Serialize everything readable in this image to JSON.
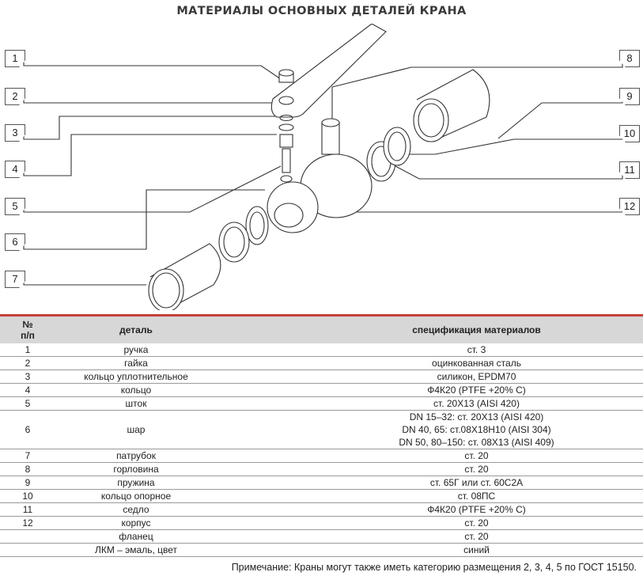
{
  "title": "МАТЕРИАЛЫ ОСНОВНЫХ ДЕТАЛЕЙ КРАНА",
  "callouts_left": [
    "1",
    "2",
    "3",
    "4",
    "5",
    "6",
    "7"
  ],
  "callouts_right": [
    "8",
    "9",
    "10",
    "11",
    "12"
  ],
  "table": {
    "headers": {
      "num": "№\nп/п",
      "part": "деталь",
      "spec": "спецификация материалов"
    },
    "rows": [
      {
        "num": "1",
        "part": "ручка",
        "spec": "ст. 3"
      },
      {
        "num": "2",
        "part": "гайка",
        "spec": "оцинкованная сталь"
      },
      {
        "num": "3",
        "part": "кольцо уплотнительное",
        "spec": "силикон, EPDM70"
      },
      {
        "num": "4",
        "part": "кольцо",
        "spec": "Ф4К20 (PTFE +20% С)"
      },
      {
        "num": "5",
        "part": "шток",
        "spec": "ст. 20Х13 (AISI 420)"
      },
      {
        "num": "6",
        "part": "шар",
        "spec": "DN 15–32: ст. 20Х13 (AISI 420)\nDN 40, 65: ст.08Х18Н10 (AISI 304)\nDN 50, 80–150: ст. 08Х13 (AISI 409)"
      },
      {
        "num": "7",
        "part": "патрубок",
        "spec": "ст. 20"
      },
      {
        "num": "8",
        "part": "горловина",
        "spec": "ст. 20"
      },
      {
        "num": "9",
        "part": "пружина",
        "spec": "ст. 65Г или ст. 60С2А"
      },
      {
        "num": "10",
        "part": "кольцо опорное",
        "spec": "ст. 08ПС"
      },
      {
        "num": "11",
        "part": "седло",
        "spec": "Ф4К20 (PTFE +20% С)"
      },
      {
        "num": "12",
        "part": "корпус",
        "spec": "ст. 20"
      },
      {
        "num": "",
        "part": "фланец",
        "spec": "ст. 20"
      },
      {
        "num": "",
        "part": "ЛКМ – эмаль, цвет",
        "spec": "синий"
      }
    ]
  },
  "note": "Примечание: Краны могут также иметь категорию размещения 2, 3, 4, 5 по ГОСТ 15150.",
  "colors": {
    "accent_line": "#c9403a",
    "header_bg": "#d7d7d7",
    "stroke": "#333333"
  }
}
